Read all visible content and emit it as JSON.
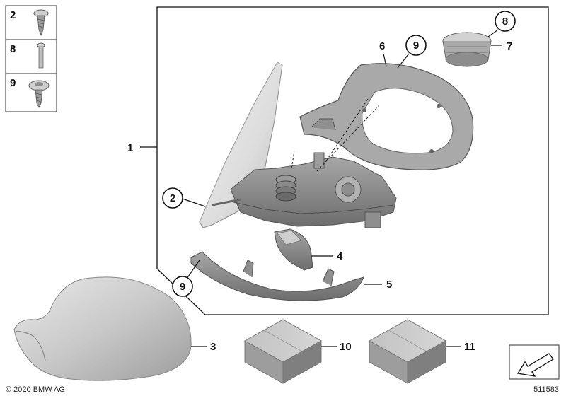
{
  "legend": {
    "items": [
      {
        "label": "2"
      },
      {
        "label": "8"
      },
      {
        "label": "9"
      }
    ]
  },
  "callouts": {
    "assembly": "1",
    "screw_left": "2",
    "cap": "3",
    "lamp": "4",
    "trim_strip": "5",
    "frame": "6",
    "motor": "7",
    "motor_pin": "8",
    "frame_screw": "9",
    "strip_screw": "9",
    "box_a": "10",
    "box_b": "11"
  },
  "footer": {
    "copyright": "© 2020 BMW AG",
    "diagram_id": "511583"
  }
}
